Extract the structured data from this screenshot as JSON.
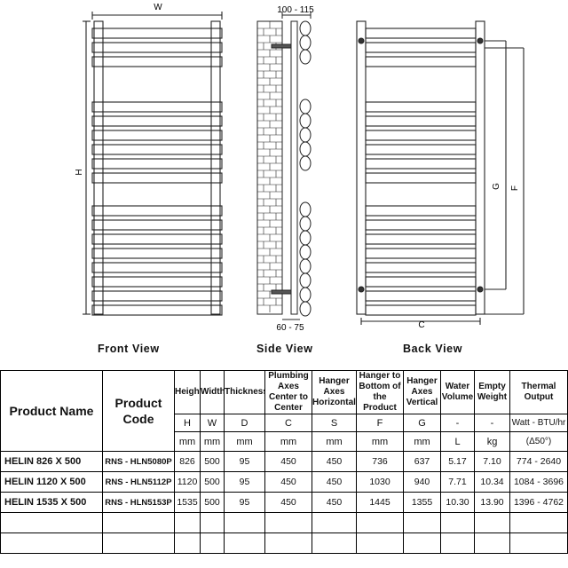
{
  "drawing": {
    "dim_w": "W",
    "dim_h": "H",
    "side_top": "100 - 115",
    "side_bottom": "60 - 75",
    "dim_c": "C",
    "dim_g": "G",
    "dim_f": "F"
  },
  "views": {
    "front": "Front View",
    "side": "Side View",
    "back": "Back View"
  },
  "table": {
    "product_name_header": "Product Name",
    "product_code_header": "Product Code",
    "columns": [
      {
        "label": "Height",
        "symbol": "H",
        "unit": "mm"
      },
      {
        "label": "Width",
        "symbol": "W",
        "unit": "mm"
      },
      {
        "label": "Thickness",
        "symbol": "D",
        "unit": "mm"
      },
      {
        "label": "Plumbing Axes Center to Center",
        "symbol": "C",
        "unit": "mm"
      },
      {
        "label": "Hanger Axes Horizontal",
        "symbol": "S",
        "unit": "mm"
      },
      {
        "label": "Hanger to Bottom of the Product",
        "symbol": "F",
        "unit": "mm"
      },
      {
        "label": "Hanger Axes Vertical",
        "symbol": "G",
        "unit": "mm"
      },
      {
        "label": "Water Volume",
        "symbol": "-",
        "unit": "L"
      },
      {
        "label": "Empty Weight",
        "symbol": "-",
        "unit": "kg"
      },
      {
        "label": "Thermal Output",
        "symbol": "Watt - BTU/hr",
        "unit": "(Δ50°)"
      }
    ],
    "rows": [
      {
        "name": "HELIN 826 X 500",
        "code": "RNS - HLN5080P",
        "values": [
          "826",
          "500",
          "95",
          "450",
          "450",
          "736",
          "637",
          "5.17",
          "7.10",
          "774 - 2640"
        ]
      },
      {
        "name": "HELIN 1120 X 500",
        "code": "RNS - HLN5112P",
        "values": [
          "1120",
          "500",
          "95",
          "450",
          "450",
          "1030",
          "940",
          "7.71",
          "10.34",
          "1084 - 3696"
        ]
      },
      {
        "name": "HELIN 1535 X 500",
        "code": "RNS - HLN5153P",
        "values": [
          "1535",
          "500",
          "95",
          "450",
          "450",
          "1445",
          "1355",
          "10.30",
          "13.90",
          "1396 - 4762"
        ]
      }
    ]
  }
}
